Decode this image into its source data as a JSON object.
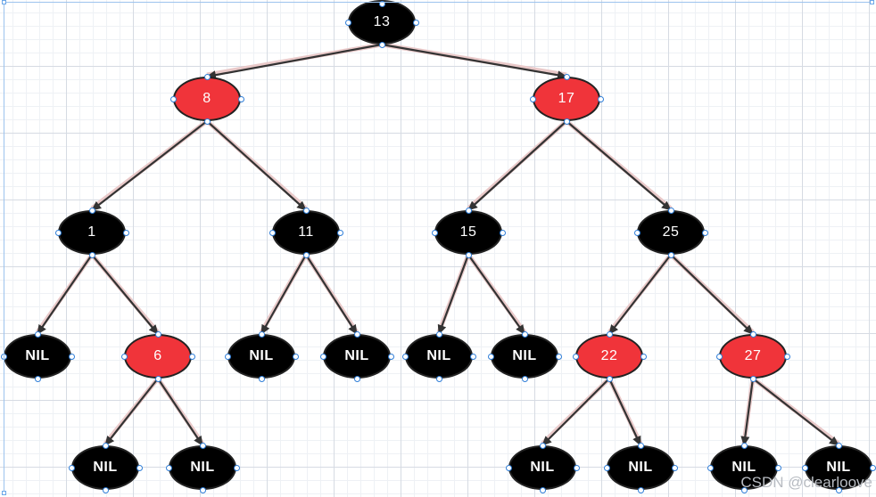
{
  "colors": {
    "black_node": "#000000",
    "red_node": "#f0343a",
    "edge": "#333333",
    "handle": "#2f7ed8"
  },
  "nodes": [
    {
      "id": "n13",
      "label": "13",
      "color": "black"
    },
    {
      "id": "n8",
      "label": "8",
      "color": "red"
    },
    {
      "id": "n17",
      "label": "17",
      "color": "red"
    },
    {
      "id": "n1",
      "label": "1",
      "color": "black"
    },
    {
      "id": "n11",
      "label": "11",
      "color": "black"
    },
    {
      "id": "n15",
      "label": "15",
      "color": "black"
    },
    {
      "id": "n25",
      "label": "25",
      "color": "black"
    },
    {
      "id": "nil1",
      "label": "NIL",
      "color": "black"
    },
    {
      "id": "n6",
      "label": "6",
      "color": "red"
    },
    {
      "id": "nil2",
      "label": "NIL",
      "color": "black"
    },
    {
      "id": "nil3",
      "label": "NIL",
      "color": "black"
    },
    {
      "id": "nil4",
      "label": "NIL",
      "color": "black"
    },
    {
      "id": "nil5",
      "label": "NIL",
      "color": "black"
    },
    {
      "id": "n22",
      "label": "22",
      "color": "red"
    },
    {
      "id": "n27",
      "label": "27",
      "color": "red"
    },
    {
      "id": "nil6",
      "label": "NIL",
      "color": "black"
    },
    {
      "id": "nil7",
      "label": "NIL",
      "color": "black"
    },
    {
      "id": "nil8",
      "label": "NIL",
      "color": "black"
    },
    {
      "id": "nil9",
      "label": "NIL",
      "color": "black"
    },
    {
      "id": "nil10",
      "label": "NIL",
      "color": "black"
    },
    {
      "id": "nil11",
      "label": "NIL",
      "color": "black"
    }
  ],
  "edges": [
    [
      "n13",
      "n8"
    ],
    [
      "n13",
      "n17"
    ],
    [
      "n8",
      "n1"
    ],
    [
      "n8",
      "n11"
    ],
    [
      "n17",
      "n15"
    ],
    [
      "n17",
      "n25"
    ],
    [
      "n1",
      "nil1"
    ],
    [
      "n1",
      "n6"
    ],
    [
      "n11",
      "nil2"
    ],
    [
      "n11",
      "nil3"
    ],
    [
      "n15",
      "nil4"
    ],
    [
      "n15",
      "nil5"
    ],
    [
      "n25",
      "n22"
    ],
    [
      "n25",
      "n27"
    ],
    [
      "n6",
      "nil6"
    ],
    [
      "n6",
      "nil7"
    ],
    [
      "n22",
      "nil8"
    ],
    [
      "n22",
      "nil9"
    ],
    [
      "n27",
      "nil10"
    ],
    [
      "n27",
      "nil11"
    ]
  ],
  "watermark": "CSDN @clearloove"
}
